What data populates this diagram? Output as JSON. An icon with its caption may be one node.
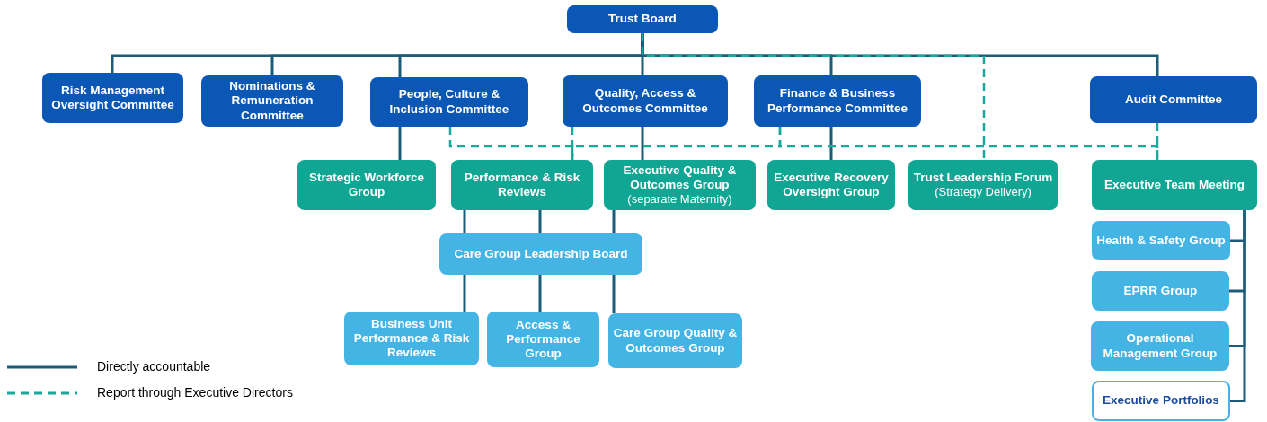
{
  "diagram": {
    "nodes": [
      {
        "text": [
          "Trust Board"
        ]
      },
      {
        "text": [
          "Risk Management Oversight Committee"
        ]
      },
      {
        "text": [
          "Nominations & Remuneration Committee"
        ]
      },
      {
        "text": [
          "People, Culture & Inclusion Committee"
        ]
      },
      {
        "text": [
          "Quality, Access & Outcomes Committee"
        ]
      },
      {
        "text": [
          "Finance & Business Performance Committee"
        ]
      },
      {
        "text": [
          "Audit Committee"
        ]
      },
      {
        "text": [
          "Strategic Workforce Group"
        ]
      },
      {
        "text": [
          "Performance & Risk Reviews"
        ]
      },
      {
        "text": [
          "Executive Quality & Outcomes Group",
          "(separate Maternity)"
        ]
      },
      {
        "text": [
          "Executive Recovery Oversight Group"
        ]
      },
      {
        "text": [
          "Trust Leadership Forum",
          "(Strategy Delivery)"
        ]
      },
      {
        "text": [
          "Executive Team Meeting"
        ]
      },
      {
        "text": [
          "Care Group Leadership Board"
        ]
      },
      {
        "text": [
          "Business Unit Performance & Risk Reviews"
        ]
      },
      {
        "text": [
          "Access & Performance Group"
        ]
      },
      {
        "text": [
          "Care Group Quality & Outcomes Group"
        ]
      },
      {
        "text": [
          "Health & Safety Group"
        ]
      },
      {
        "text": [
          "EPRR Group"
        ]
      },
      {
        "text": [
          "Operational Management Group"
        ]
      },
      {
        "text": [
          "Executive Portfolios"
        ]
      }
    ],
    "edges": [
      {
        "from": 0,
        "to": 1,
        "arrow": "none"
      },
      {
        "from": 0,
        "to": 2,
        "arrow": "none"
      },
      {
        "from": 0,
        "to": 3,
        "arrow": "none"
      },
      {
        "from": 0,
        "to": 4,
        "arrow": "none"
      },
      {
        "from": 0,
        "to": 5,
        "arrow": "none"
      },
      {
        "from": 0,
        "to": 6,
        "arrow": "none"
      },
      {
        "from": 3,
        "to": 7,
        "arrow": "none"
      },
      {
        "from": 4,
        "to": 9,
        "arrow": "none"
      },
      {
        "from": 5,
        "to": 10,
        "arrow": "none"
      },
      {
        "from": 8,
        "to": 13,
        "arrow": "none"
      },
      {
        "from": 9,
        "to": 13,
        "arrow": "none"
      },
      {
        "from": 13,
        "to": 14,
        "arrow": "none"
      },
      {
        "from": 13,
        "to": 15,
        "arrow": "none"
      },
      {
        "from": 13,
        "to": 16,
        "arrow": "none"
      },
      {
        "from": 12,
        "to": 17,
        "arrow": "none"
      },
      {
        "from": 12,
        "to": 18,
        "arrow": "none"
      },
      {
        "from": 12,
        "to": 19,
        "arrow": "none"
      },
      {
        "from": 12,
        "to": 20,
        "arrow": "none"
      },
      {
        "from": 3,
        "to": 8,
        "arrow": "none",
        "style": "dashed",
        "color": "#1aa89a"
      },
      {
        "from": 4,
        "to": 8,
        "arrow": "none",
        "style": "dashed",
        "color": "#1aa89a"
      },
      {
        "from": 5,
        "to": 8,
        "arrow": "none",
        "style": "dashed",
        "color": "#1aa89a"
      },
      {
        "from": 5,
        "to": 12,
        "arrow": "none",
        "style": "dashed",
        "color": "#1aa89a"
      },
      {
        "from": 6,
        "to": 12,
        "arrow": "none",
        "style": "dashed",
        "color": "#1aa89a"
      },
      {
        "from": 0,
        "to": 11,
        "arrow": "none",
        "style": "dashed",
        "color": "#1aa89a"
      }
    ],
    "legend": [
      {
        "text": "Directly accountable"
      },
      {
        "text": "Report through Executive Directors"
      }
    ]
  }
}
